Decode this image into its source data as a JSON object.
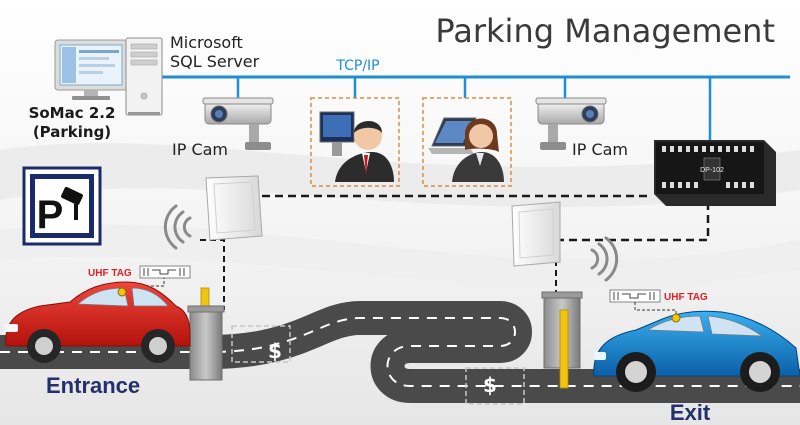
{
  "title": "Parking Management",
  "server": {
    "line1": "Microsoft",
    "line2": "SQL Server"
  },
  "software": {
    "line1": "SoMac 2.2",
    "line2": "(Parking)"
  },
  "network_label": "TCP/IP",
  "camera_left_label": "IP Cam",
  "camera_right_label": "IP Cam",
  "tag_left_label": "UHF TAG",
  "tag_right_label": "UHF TAG",
  "entrance_label": "Entrance",
  "exit_label": "Exit",
  "controller_label": "DP-102",
  "colors": {
    "network_line": "#1e8fd0",
    "tag_text": "#e21f26",
    "zone_text": "#23306b",
    "operator_box": "#e58a3c",
    "car_entrance": "#e32119",
    "car_exit": "#1e90d6",
    "barrier": "#f2c40f"
  },
  "icons": [
    "computer-icon",
    "server-icon",
    "ip-camera-icon",
    "operator-icon",
    "rfid-reader-icon",
    "wireless-signal-icon",
    "parking-sign-icon",
    "barrier-gate-icon",
    "controller-icon",
    "car-icon"
  ]
}
